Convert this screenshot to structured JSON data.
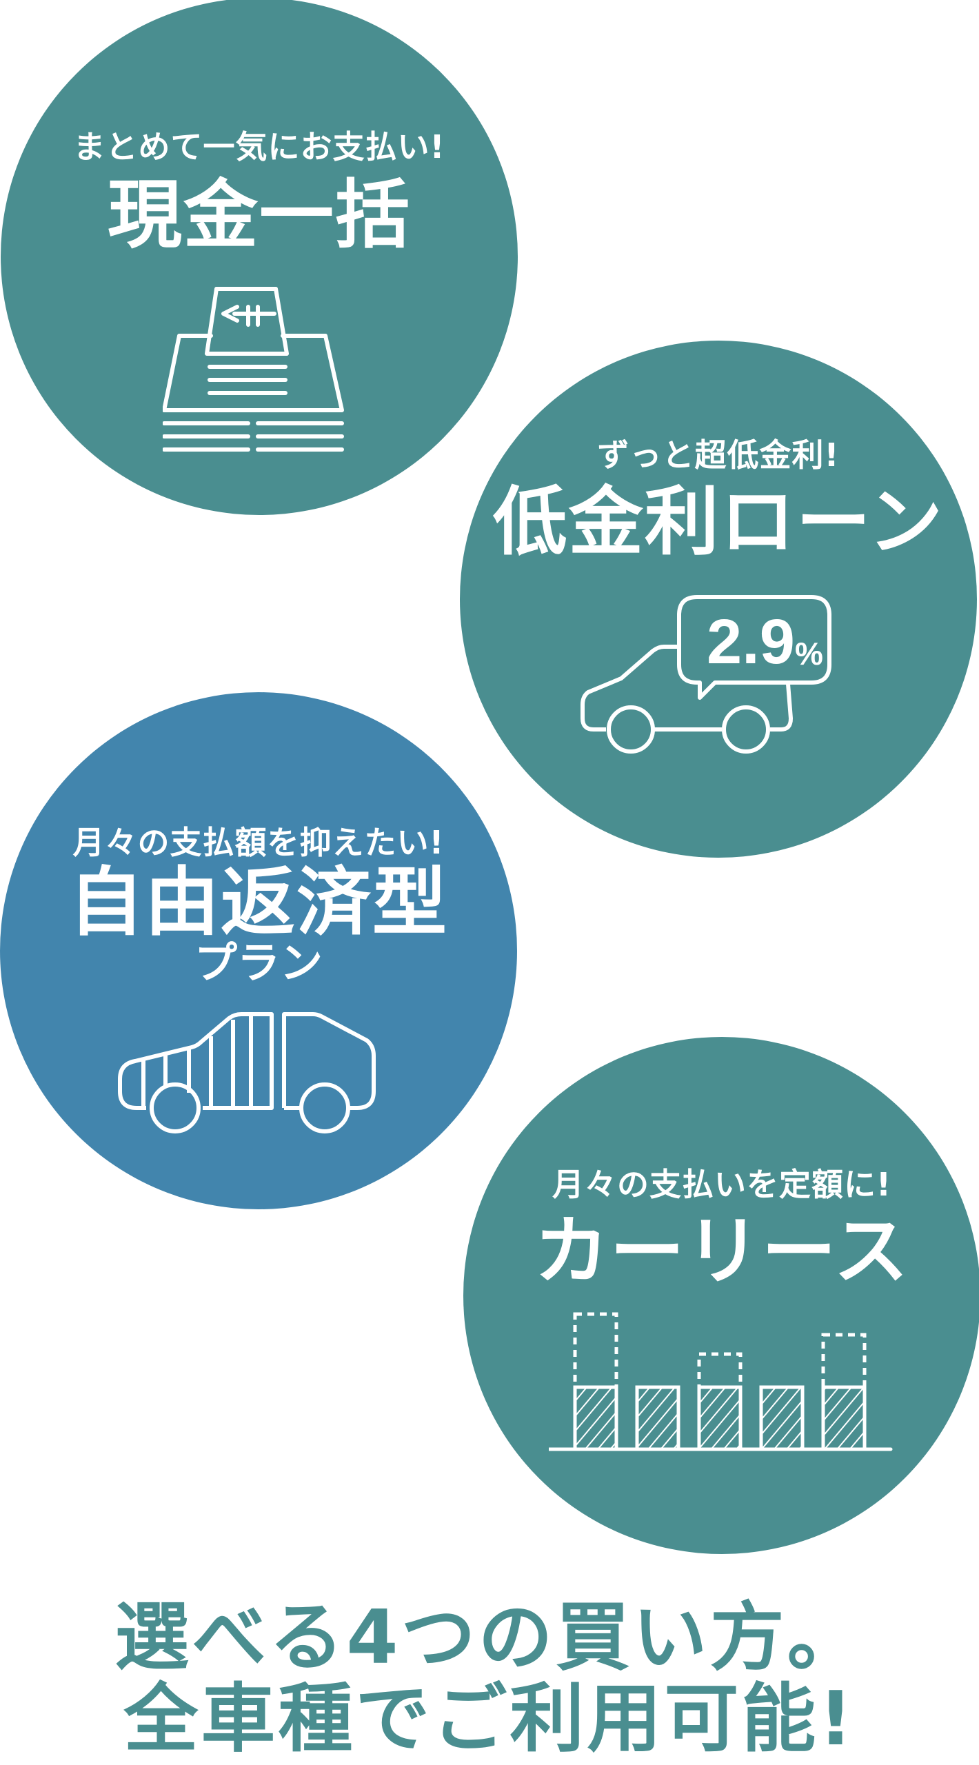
{
  "colors": {
    "teal": "#4a8e90",
    "blue": "#4285ad",
    "white": "#ffffff"
  },
  "plans": [
    {
      "subtitle": "まとめて一気にお支払い!",
      "title": "現金一括",
      "icon": "cash-stack-icon"
    },
    {
      "subtitle": "ずっと超低金利!",
      "title": "低金利ローン",
      "icon": "car-rate-bubble-icon",
      "rate": "2.9",
      "rate_unit": "%"
    },
    {
      "subtitle": "月々の支払額を抑えたい!",
      "title": "自由返済型",
      "title_sub": "プラン",
      "icon": "car-split-payment-icon"
    },
    {
      "subtitle": "月々の支払いを定額に!",
      "title": "カーリース",
      "icon": "fixed-payment-bars-icon"
    }
  ],
  "footer": {
    "line1": "選べる4つの買い方。",
    "line2": "全車種でご利用可能!"
  }
}
